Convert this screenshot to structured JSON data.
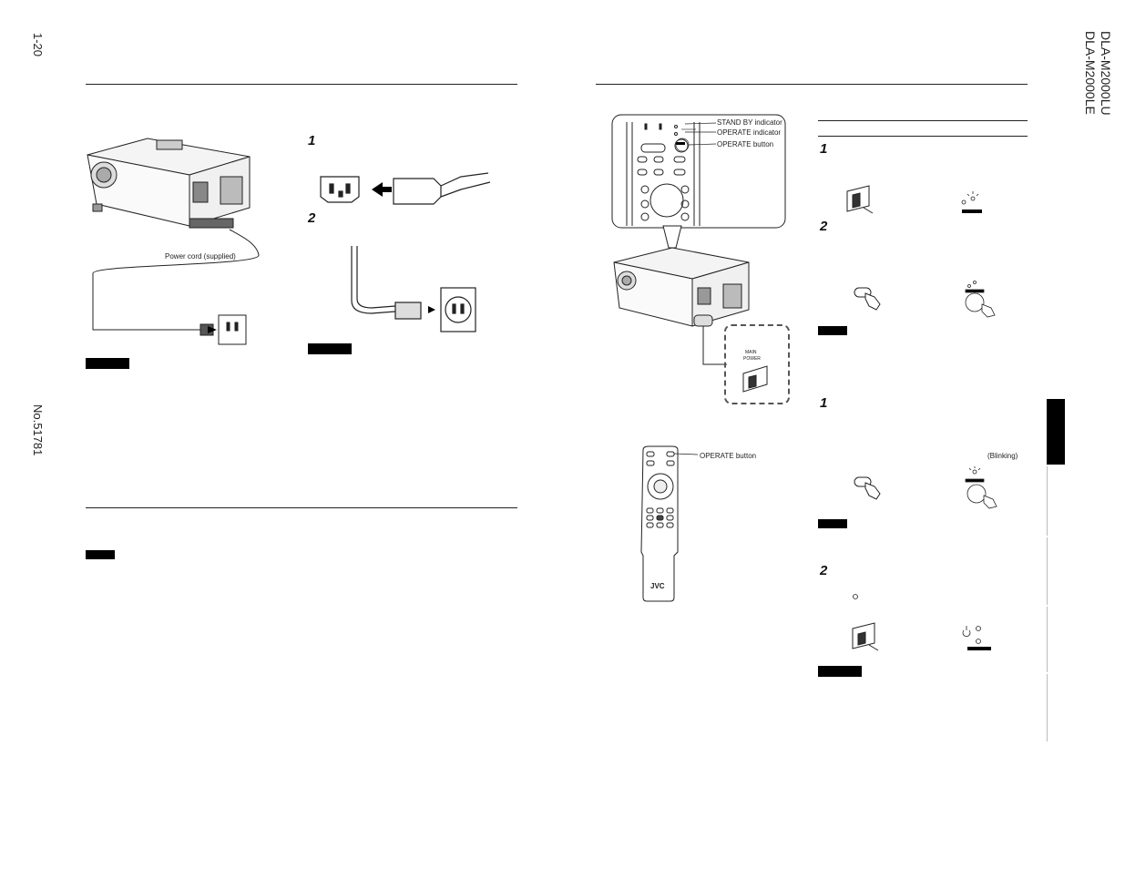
{
  "header": {
    "page_number": "1-20",
    "doc_number": "No.51781",
    "model_line1": "DLA-M2000LU",
    "model_line2": "DLA-M2000LE"
  },
  "left": {
    "power_cord_label": "Power cord (supplied)",
    "step1": "1",
    "step2": "2"
  },
  "right": {
    "standby_indicator": "STAND BY indicator",
    "operate_indicator": "OPERATE indicator",
    "operate_button": "OPERATE button",
    "remote_operate_button": "OPERATE button",
    "remote_brand": "JVC",
    "panel_text1": "MAIN",
    "panel_text2": "POWER",
    "blinking": "(Blinking)",
    "steps": [
      "1",
      "2",
      "1",
      "2"
    ]
  }
}
